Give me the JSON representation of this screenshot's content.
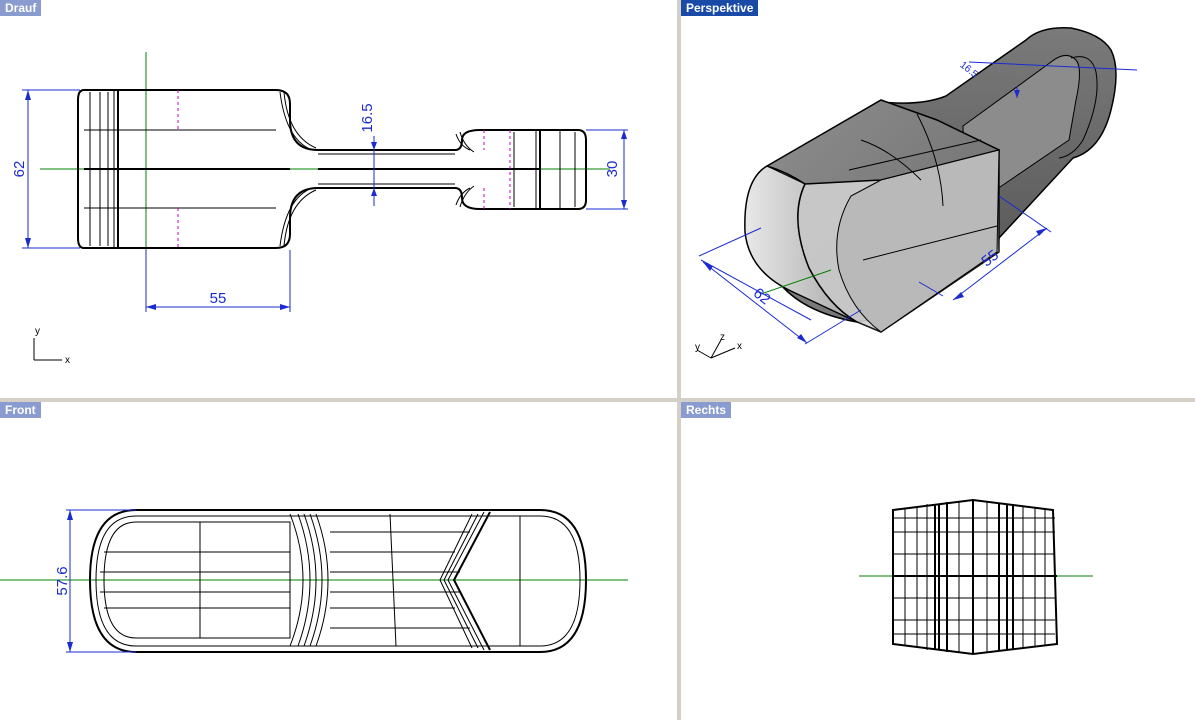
{
  "viewports": {
    "top": {
      "title": "Drauf",
      "active": false,
      "dims": {
        "height": "62",
        "waist": "16.5",
        "end": "30",
        "length": "55"
      },
      "axes": {
        "y": "y",
        "x": "x"
      }
    },
    "perspective": {
      "title": "Perspektive",
      "active": true,
      "dims": {
        "waist": "16.5",
        "length": "55",
        "width": "62"
      },
      "axes": {
        "z": "z",
        "y": "y",
        "x": "x"
      }
    },
    "front": {
      "title": "Front",
      "active": false,
      "dims": {
        "height": "57.6"
      }
    },
    "right": {
      "title": "Rechts",
      "active": false
    }
  },
  "colors": {
    "dimension": "#1a2bd0",
    "axis_green": "#008000",
    "active_title": "#1a4aa8",
    "inactive_title": "#8a9ccf",
    "frame": "#d4d0c8"
  }
}
